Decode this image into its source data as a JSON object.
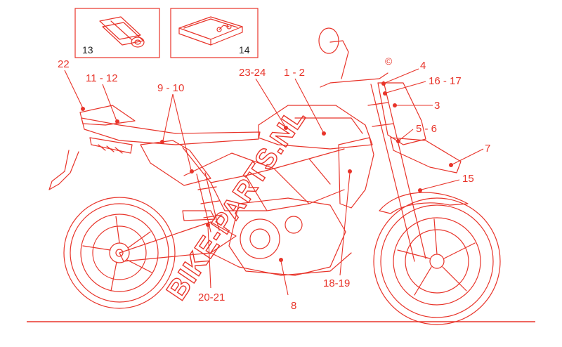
{
  "diagram": {
    "boxes": [
      {
        "label": "13"
      },
      {
        "label": "14"
      }
    ],
    "callouts": [
      {
        "label": "22"
      },
      {
        "label": "11 - 12"
      },
      {
        "label": "9 - 10"
      },
      {
        "label": "23-24"
      },
      {
        "label": "1 - 2"
      },
      {
        "label": "4"
      },
      {
        "label": "16 - 17"
      },
      {
        "label": "3"
      },
      {
        "label": "5 - 6"
      },
      {
        "label": "7"
      },
      {
        "label": "15"
      },
      {
        "label": "18-19"
      },
      {
        "label": "20-21"
      },
      {
        "label": "8"
      }
    ],
    "watermark": {
      "text": "BIKE-PARTS.NL",
      "mark": "©"
    },
    "colors": {
      "line": "#e8342a",
      "text": "#e8342a",
      "box_text": "#222222",
      "background": "#ffffff"
    }
  }
}
